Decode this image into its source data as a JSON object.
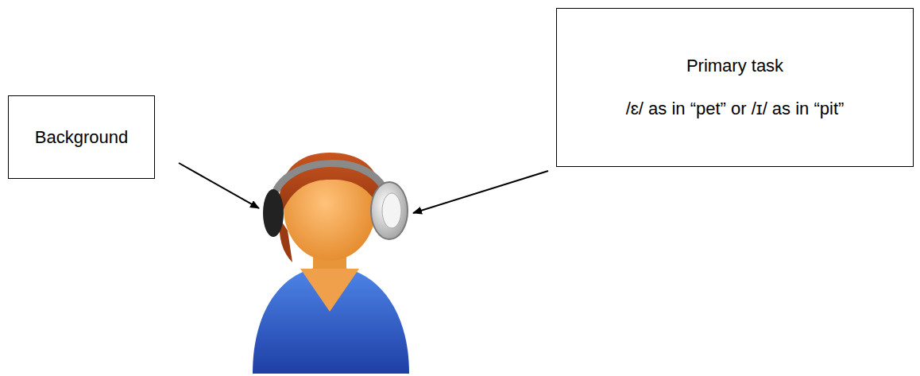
{
  "diagram": {
    "nodes": [
      {
        "text": [
          "Background"
        ]
      },
      {
        "text": [
          "Primary task",
          "/ɛ/ as in “pet” or /ɪ/ as in “pit”"
        ]
      }
    ]
  }
}
